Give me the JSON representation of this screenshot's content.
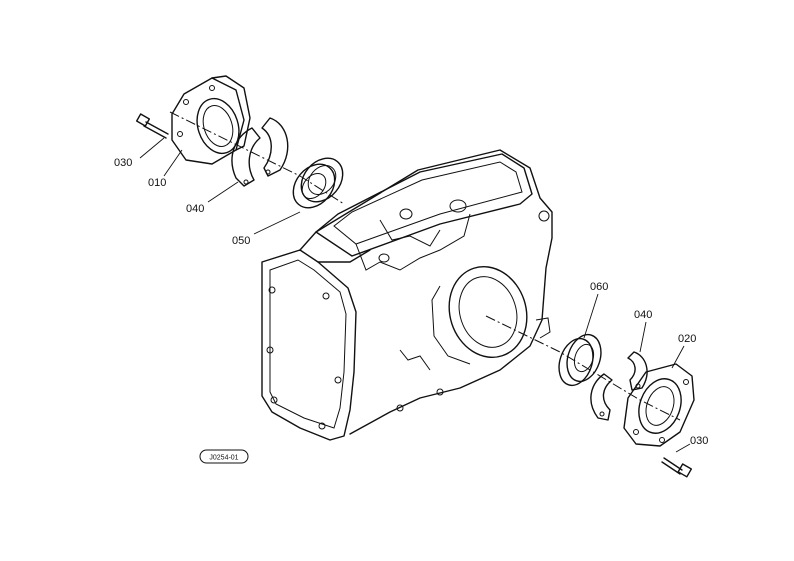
{
  "parts": {
    "p030a": "030",
    "p010": "010",
    "p040a": "040",
    "p050": "050",
    "p060": "060",
    "p040b": "040",
    "p020": "020",
    "p030b": "030"
  },
  "reference_code": "J0254-01"
}
